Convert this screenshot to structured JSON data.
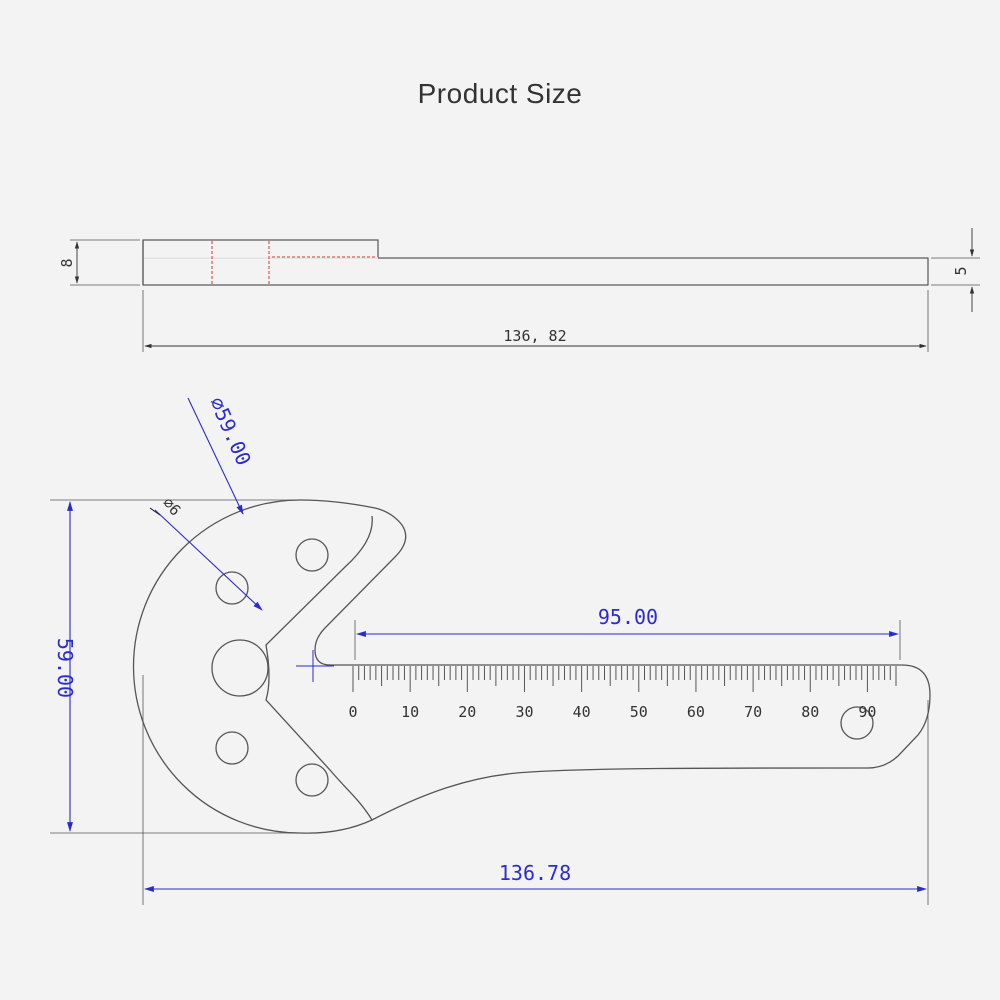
{
  "title": "Product Size",
  "side_view": {
    "thickness_label": "8",
    "tip_thickness_label": "5",
    "length_label": "136, 82"
  },
  "top_view": {
    "outer_diameter_label": "⌀59.00",
    "hole_diameter_label": "⌀6",
    "height_label": "59.00",
    "scale_length_label": "95.00",
    "total_length_label": "136.78",
    "scale_labels": [
      "0",
      "10",
      "20",
      "30",
      "40",
      "50",
      "60",
      "70",
      "80",
      "90"
    ]
  },
  "colors": {
    "dimension": "#2b2bd0",
    "outline": "#555555",
    "hidden": "#e03030"
  }
}
